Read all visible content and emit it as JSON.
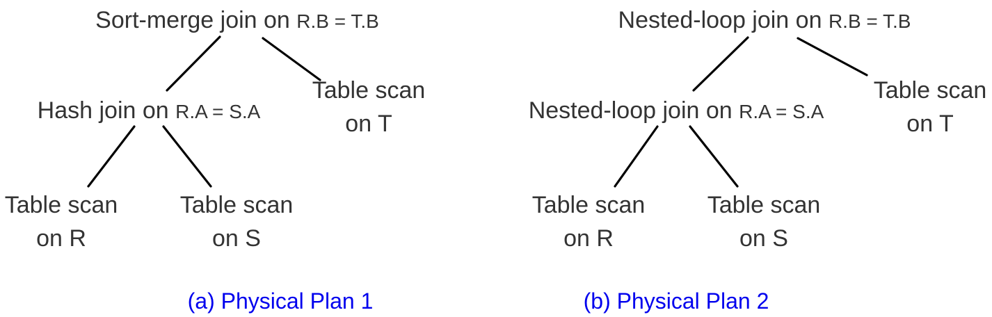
{
  "plan1": {
    "root": {
      "op": "Sort-merge join on",
      "cond": "R.B = T.B"
    },
    "inner": {
      "op": "Hash join on",
      "cond": "R.A = S.A"
    },
    "scan_t": {
      "line1": "Table scan",
      "line2": "on T"
    },
    "scan_r": {
      "line1": "Table scan",
      "line2": "on R"
    },
    "scan_s": {
      "line1": "Table scan",
      "line2": "on S"
    },
    "caption": "(a) Physical Plan 1"
  },
  "plan2": {
    "root": {
      "op": "Nested-loop join on",
      "cond": "R.B = T.B"
    },
    "inner": {
      "op": "Nested-loop join on",
      "cond": "R.A = S.A"
    },
    "scan_t": {
      "line1": "Table scan",
      "line2": "on T"
    },
    "scan_r": {
      "line1": "Table scan",
      "line2": "on R"
    },
    "scan_s": {
      "line1": "Table scan",
      "line2": "on S"
    },
    "caption": "(b) Physical Plan 2"
  },
  "colors": {
    "text": "#333333",
    "edge": "#000000",
    "caption": "#0000ee"
  }
}
